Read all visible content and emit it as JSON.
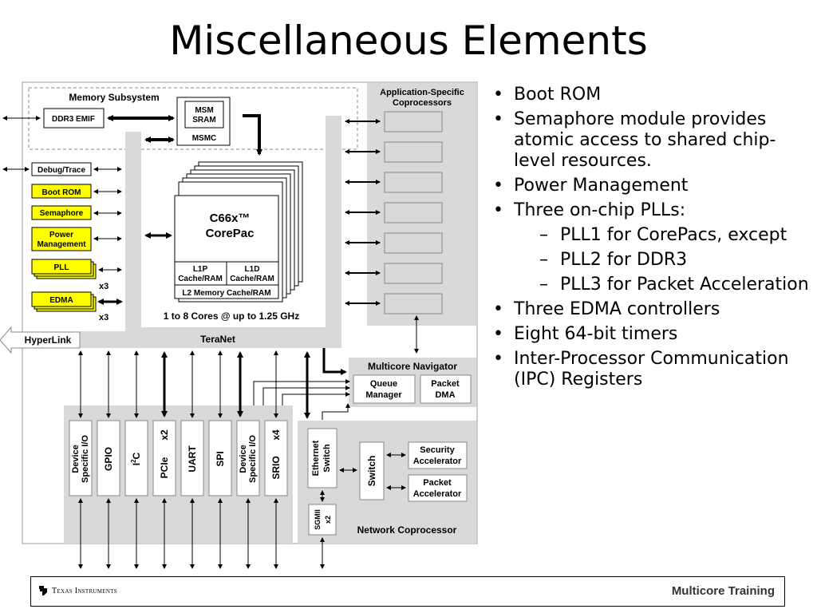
{
  "slide": {
    "title": "Miscellaneous Elements"
  },
  "diagram": {
    "memory_subsystem": "Memory Subsystem",
    "ddr3_emif": "DDR3 EMIF",
    "msm_line1": "MSM",
    "msm_line2": "SRAM",
    "msmc": "MSMC",
    "app_coproc_line1": "Application-Specific",
    "app_coproc_line2": "Coprocessors",
    "debug_trace": "Debug/Trace",
    "boot_rom": "Boot ROM",
    "semaphore": "Semaphore",
    "power_mgmt_line1": "Power",
    "power_mgmt_line2": "Management",
    "pll": "PLL",
    "x3_pll": "x3",
    "edma": "EDMA",
    "x3_edma": "x3",
    "corepac_line1": "C66x™",
    "corepac_line2": "CorePac",
    "l1p_line1": "L1P",
    "l1p_line2": "Cache/RAM",
    "l1d_line1": "L1D",
    "l1d_line2": "Cache/RAM",
    "l2": "L2 Memory Cache/RAM",
    "cores": "1 to 8 Cores @ up to 1.25 GHz",
    "hyperlink": "HyperLink",
    "teranet": "TeraNet",
    "multicore_navigator": "Multicore Navigator",
    "queue_line1": "Queue",
    "queue_line2": "Manager",
    "packet_dma_line1": "Packet",
    "packet_dma_line2": "DMA",
    "periph_device_io_1_line1": "Device",
    "periph_device_io_1_line2": "Specific I/O",
    "periph_gpio": "GPIO",
    "periph_i2c": "I",
    "periph_i2c_sup": "2",
    "periph_i2c_tail": "C",
    "periph_pcie": "PCIe",
    "periph_pcie_x2": "x2",
    "periph_uart": "UART",
    "periph_spi": "SPI",
    "periph_device_io_2_line1": "Device",
    "periph_device_io_2_line2": "Specific I/O",
    "periph_srio": "SRIO",
    "periph_srio_x4": "x4",
    "ethernet_line1": "Ethernet",
    "ethernet_line2": "Switch",
    "switch": "Switch",
    "security_line1": "Security",
    "security_line2": "Accelerator",
    "packet_acc_line1": "Packet",
    "packet_acc_line2": "Accelerator",
    "sgmii_line1": "SGMII",
    "sgmii_line2": "x2",
    "network_coproc": "Network Coprocessor"
  },
  "bullets": [
    "Boot ROM",
    "Semaphore module provides atomic access to shared chip-level resources.",
    "Power Management",
    "Three on-chip PLLs:",
    "PLL1 for CorePacs, except",
    "PLL2 for DDR3",
    "PLL3 for Packet Acceleration",
    "Three EDMA controllers",
    "Eight 64-bit timers",
    "Inter-Processor Communication (IPC) Registers"
  ],
  "footer": {
    "company": "Texas Instruments",
    "training": "Multicore Training"
  },
  "colors": {
    "highlight": "#ffff00",
    "panel": "#d9d9d9",
    "line": "#000000"
  },
  "icons": {
    "logo": "ti-logo-icon"
  }
}
